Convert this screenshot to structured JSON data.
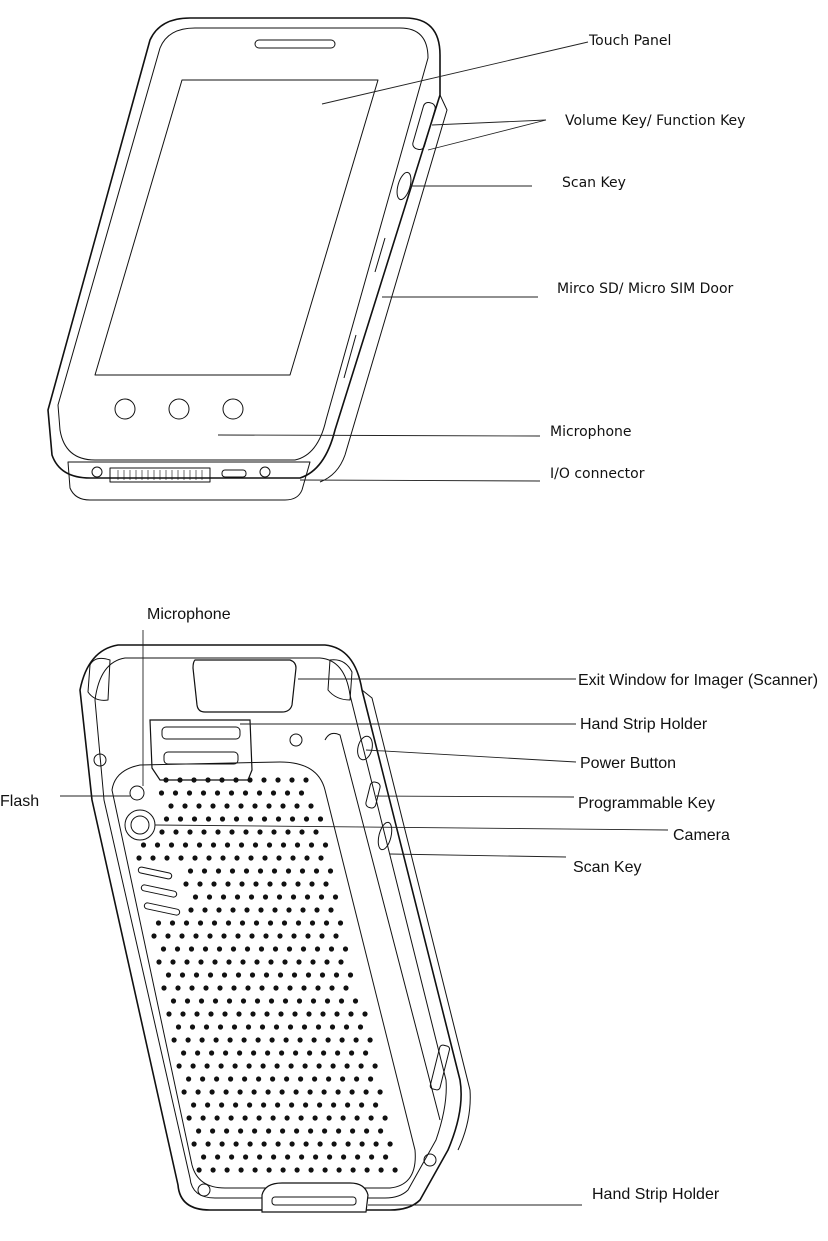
{
  "front": {
    "labels": {
      "touch_panel": "Touch Panel",
      "volume_key": "Volume Key/ Function Key",
      "scan_key": "Scan Key",
      "sd_door": "Mirco SD/ Micro SIM Door",
      "microphone": "Microphone",
      "io_connector": "I/O connector"
    }
  },
  "back": {
    "labels": {
      "microphone": "Microphone",
      "exit_window": "Exit Window for Imager (Scanner)",
      "hand_strip_top": "Hand Strip Holder",
      "power_button": "Power Button",
      "flash": "Flash",
      "programmable_key": "Programmable Key",
      "camera": "Camera",
      "scan_key": "Scan Key",
      "hand_strip_bottom": "Hand Strip Holder"
    }
  },
  "colors": {
    "ink": "#111111",
    "background": "#ffffff"
  }
}
